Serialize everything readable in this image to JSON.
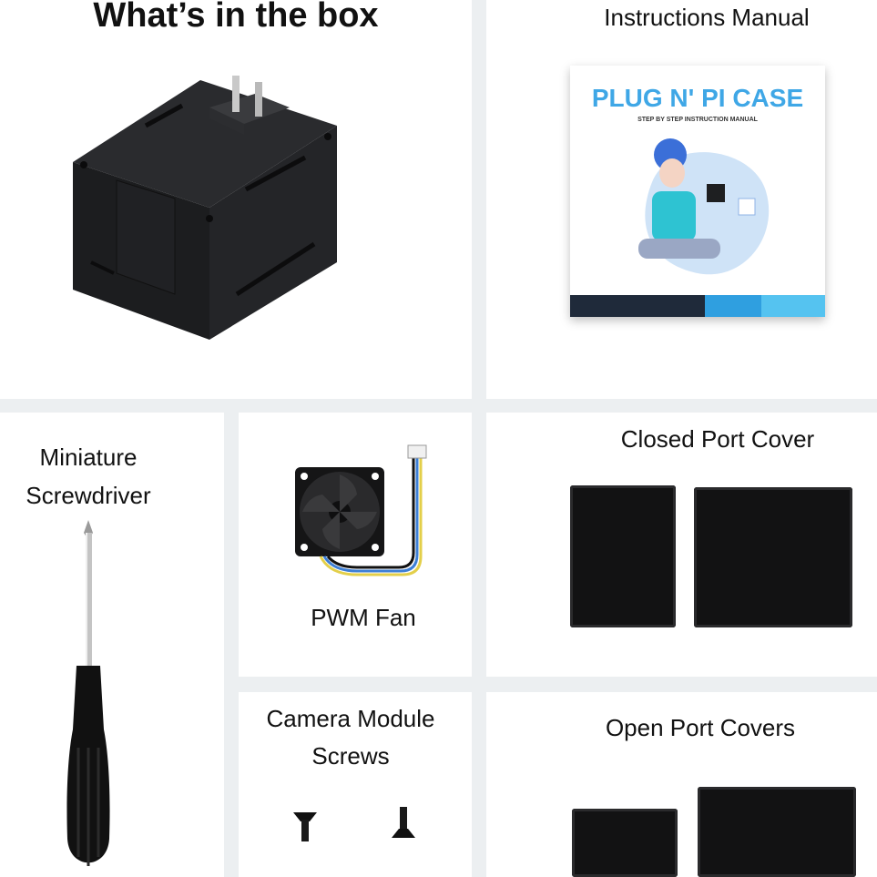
{
  "page": {
    "title": "What’s in the box"
  },
  "items": {
    "case": {
      "name": ""
    },
    "manual": {
      "label": "Instructions Manual",
      "cover_title": "PLUG N' PI CASE",
      "cover_subtitle": "STEP BY STEP INSTRUCTION MANUAL"
    },
    "screwdriver": {
      "label_line1": "Miniature",
      "label_line2": "Screwdriver"
    },
    "fan": {
      "label": "PWM Fan"
    },
    "closed_covers": {
      "label": "Closed Port Cover"
    },
    "camera_screws": {
      "label_line1": "Camera Module",
      "label_line2": "Screws"
    },
    "open_covers": {
      "label": "Open Port Covers"
    }
  },
  "colors": {
    "background": "#eceff1",
    "panel": "#ffffff",
    "case_black": "#1e1f21",
    "manual_title": "#3fa7e6",
    "manual_stripe_dark": "#1f2a3a",
    "manual_stripe_blue": "#2f9fe0",
    "manual_stripe_light": "#55c3f0"
  },
  "icons": [
    "pi-case-icon",
    "manual-cover-icon",
    "screwdriver-icon",
    "fan-icon",
    "port-cover-icon",
    "screw-icon"
  ]
}
